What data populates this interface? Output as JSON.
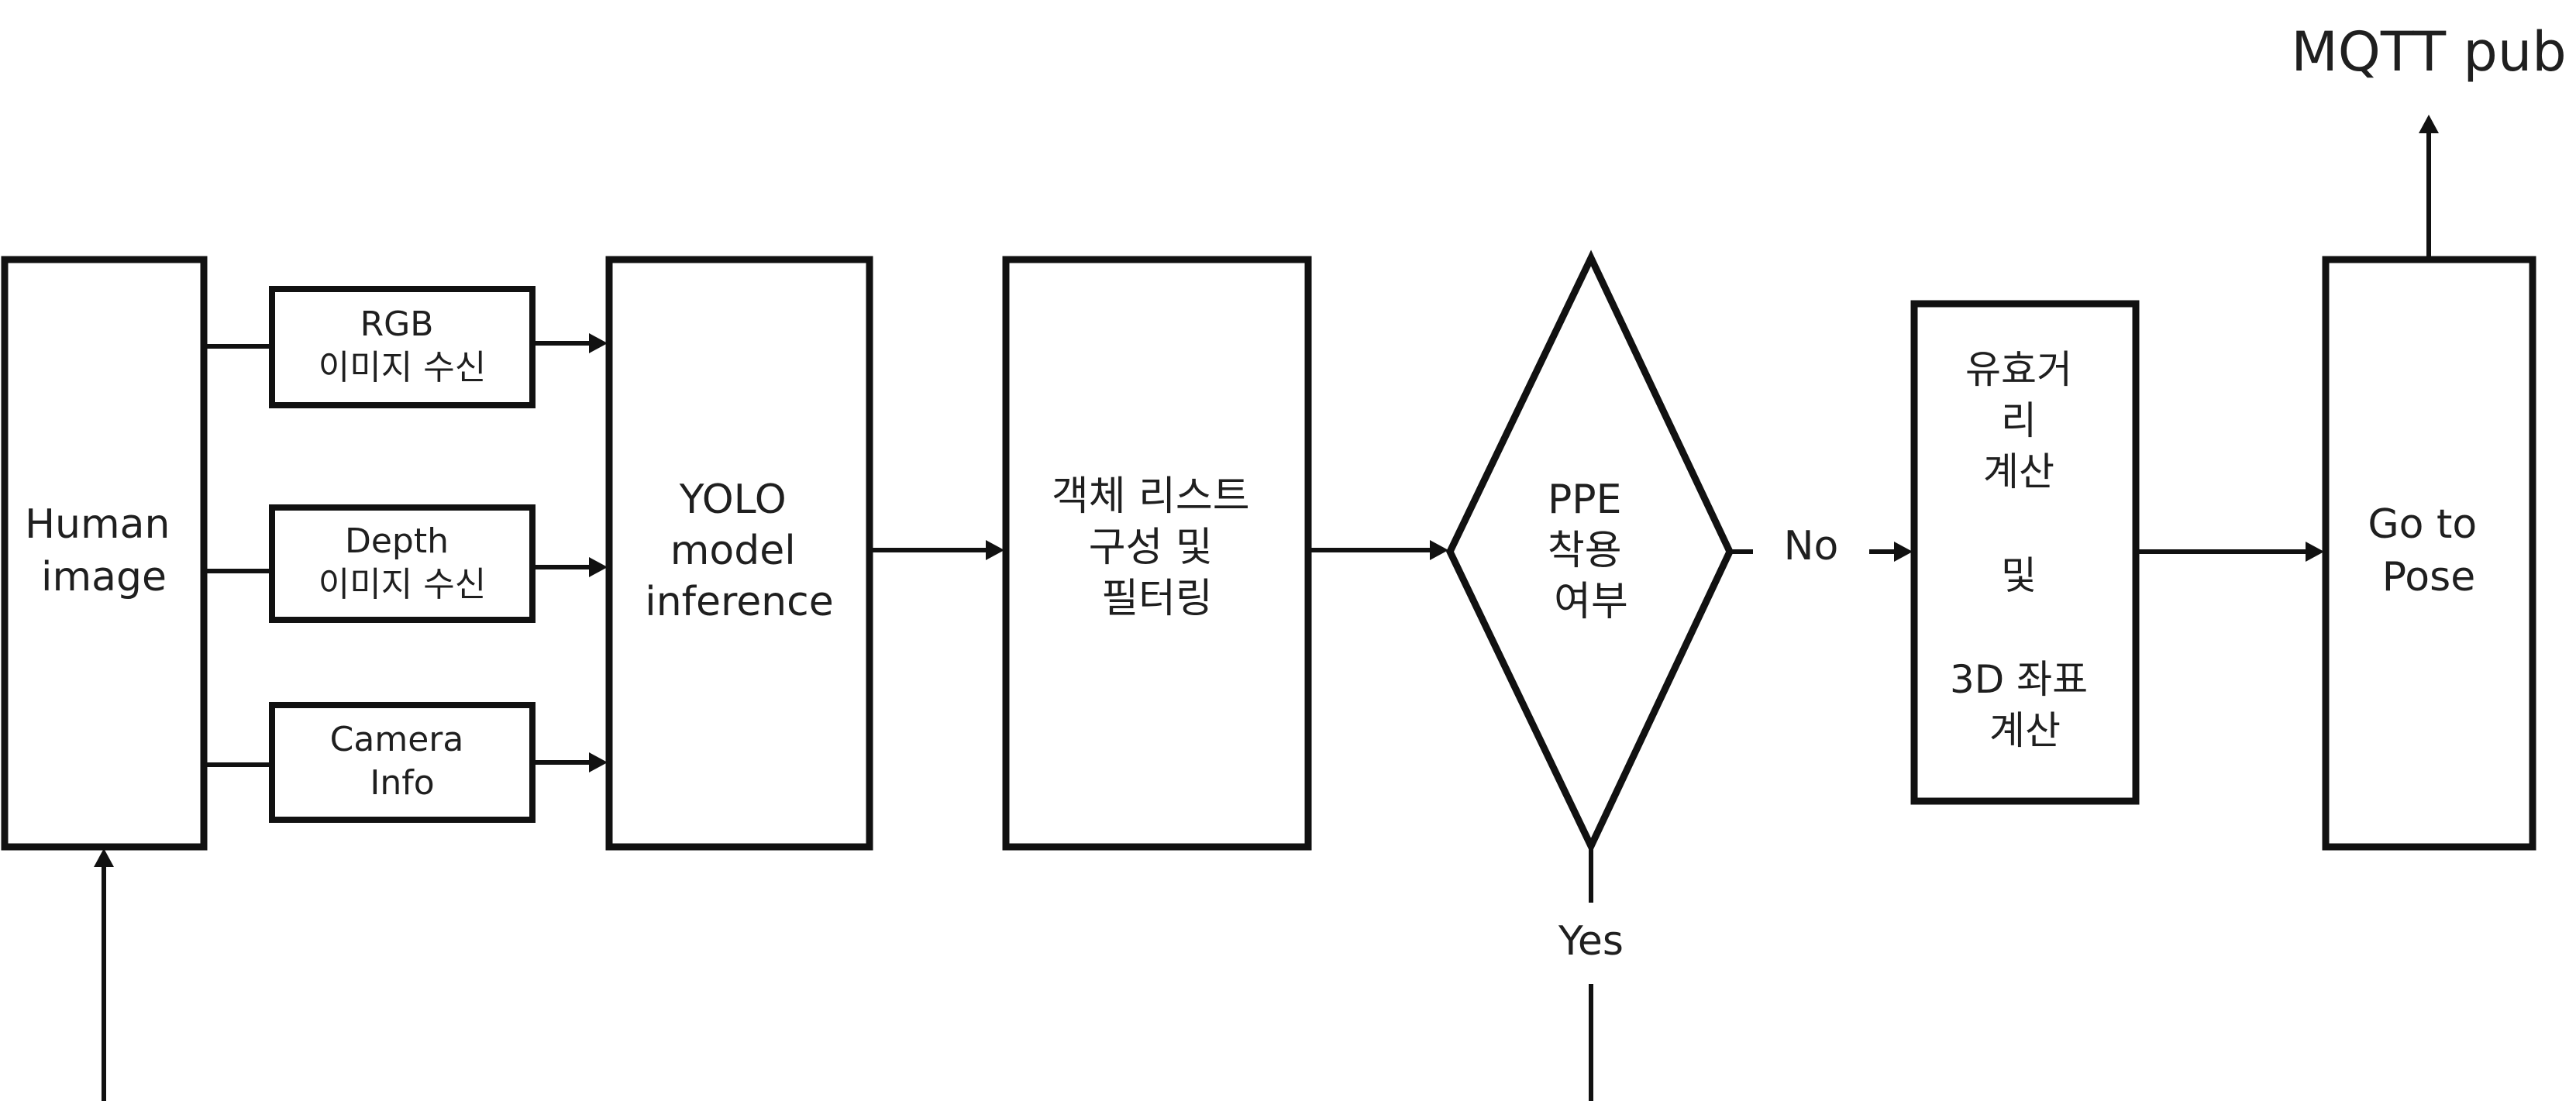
{
  "nodes": {
    "human_image": {
      "lines": [
        "Human",
        "image"
      ]
    },
    "rgb_receive": {
      "lines": [
        "RGB",
        "이미지 수신"
      ]
    },
    "depth_receive": {
      "lines": [
        "Depth",
        "이미지 수신"
      ]
    },
    "camera_info": {
      "lines": [
        "Camera",
        "Info"
      ]
    },
    "yolo_inference": {
      "lines": [
        "YOLO",
        "model",
        "inference"
      ]
    },
    "object_list": {
      "lines": [
        "객체 리스트",
        "구성 및",
        "필터링"
      ]
    },
    "ppe_decision": {
      "lines": [
        "PPE",
        "착용",
        "여부"
      ]
    },
    "distance_calc": {
      "lines": [
        "유효거",
        "리",
        "계산",
        "및",
        "3D 좌표",
        "계산"
      ]
    },
    "go_to_pose": {
      "lines": [
        "Go to",
        "Pose"
      ]
    }
  },
  "edge_labels": {
    "no": "No",
    "yes": "Yes",
    "mqtt_pub": "MQTT pub"
  },
  "colors": {
    "stroke": "#111111",
    "text": "#1f1f1f",
    "background": "#ffffff"
  }
}
